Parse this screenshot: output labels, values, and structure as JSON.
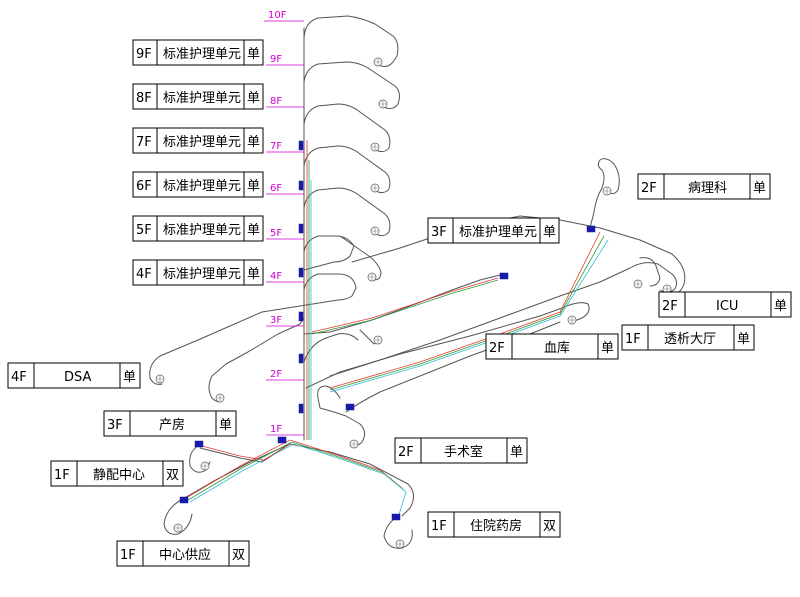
{
  "colors": {
    "floor_marker": "#d100d1",
    "pipe": "#555555",
    "line_red": "#e53935",
    "line_green": "#2e9d3a",
    "line_cyan": "#33bcd6",
    "valve": "#1a1aa8"
  },
  "floor_markers": [
    "10F",
    "9F",
    "8F",
    "7F",
    "6F",
    "5F",
    "4F",
    "3F",
    "2F",
    "1F"
  ],
  "labels": [
    {
      "id": "9f-ward",
      "floor": "9F",
      "name": "标准护理单元",
      "tag": "单"
    },
    {
      "id": "8f-ward",
      "floor": "8F",
      "name": "标准护理单元",
      "tag": "单"
    },
    {
      "id": "7f-ward",
      "floor": "7F",
      "name": "标准护理单元",
      "tag": "单"
    },
    {
      "id": "6f-ward",
      "floor": "6F",
      "name": "标准护理单元",
      "tag": "单"
    },
    {
      "id": "5f-ward",
      "floor": "5F",
      "name": "标准护理单元",
      "tag": "单"
    },
    {
      "id": "4f-ward",
      "floor": "4F",
      "name": "标准护理单元",
      "tag": "单"
    },
    {
      "id": "3f-ward",
      "floor": "3F",
      "name": "标准护理单元",
      "tag": "单"
    },
    {
      "id": "2f-pathology",
      "floor": "2F",
      "name": "病理科",
      "tag": "单"
    },
    {
      "id": "2f-icu",
      "floor": "2F",
      "name": "ICU",
      "tag": "单"
    },
    {
      "id": "1f-dialysis",
      "floor": "1F",
      "name": "透析大厅",
      "tag": "单"
    },
    {
      "id": "2f-bloodbank",
      "floor": "2F",
      "name": "血库",
      "tag": "单"
    },
    {
      "id": "4f-dsa",
      "floor": "4F",
      "name": "DSA",
      "tag": "单"
    },
    {
      "id": "3f-delivery",
      "floor": "3F",
      "name": "产房",
      "tag": "单"
    },
    {
      "id": "2f-surgery",
      "floor": "2F",
      "name": "手术室",
      "tag": "单"
    },
    {
      "id": "1f-pivas",
      "floor": "1F",
      "name": "静配中心",
      "tag": "双"
    },
    {
      "id": "1f-inpatient-pharmacy",
      "floor": "1F",
      "name": "住院药房",
      "tag": "双"
    },
    {
      "id": "1f-central-supply",
      "floor": "1F",
      "name": "中心供应",
      "tag": "双"
    }
  ]
}
